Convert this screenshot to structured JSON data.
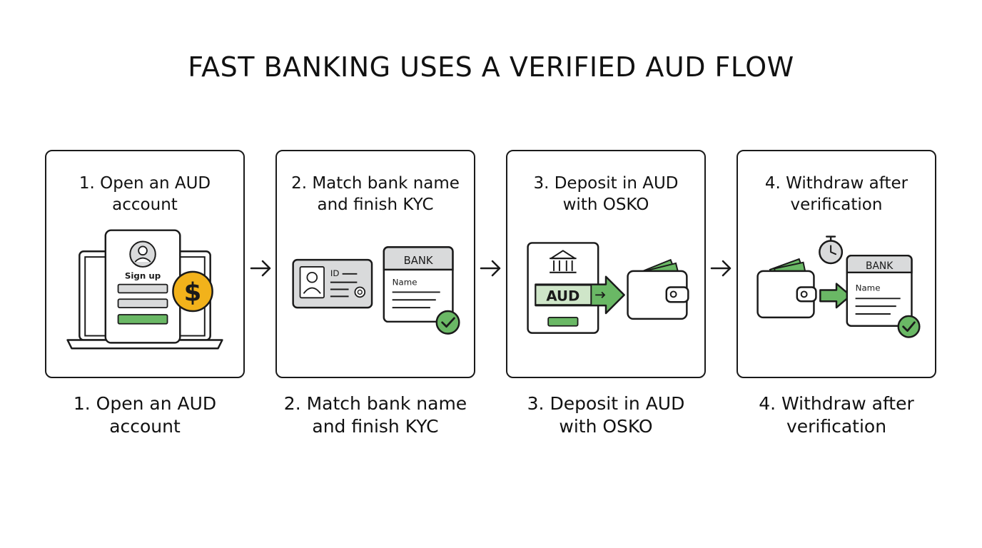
{
  "title": "FAST BANKING USES A VERIFIED AUD FLOW",
  "steps": [
    {
      "heading": "1. Open an AUD\naccount",
      "caption": "1. Open an AUD\naccount",
      "art": {
        "signup_label": "Sign up",
        "coin_symbol": "$"
      }
    },
    {
      "heading": "2. Match bank name\nand finish KYC",
      "caption": "2. Match bank name\nand finish KYC",
      "art": {
        "id_label": "ID",
        "bank_label": "BANK",
        "name_label": "Name"
      }
    },
    {
      "heading": "3. Deposit in AUD\nwith OSKO",
      "caption": "3. Deposit in AUD\nwith OSKO",
      "art": {
        "currency_label": "AUD"
      }
    },
    {
      "heading": "4. Withdraw after\nverification",
      "caption": "4. Withdraw after\nverification",
      "art": {
        "bank_label": "BANK",
        "name_label": "Name"
      }
    }
  ],
  "colors": {
    "green": "#6ab865",
    "green_light": "#cfe6c9",
    "gold": "#f2b21b",
    "gray": "#d9dadb",
    "outline": "#1a1a1a"
  }
}
